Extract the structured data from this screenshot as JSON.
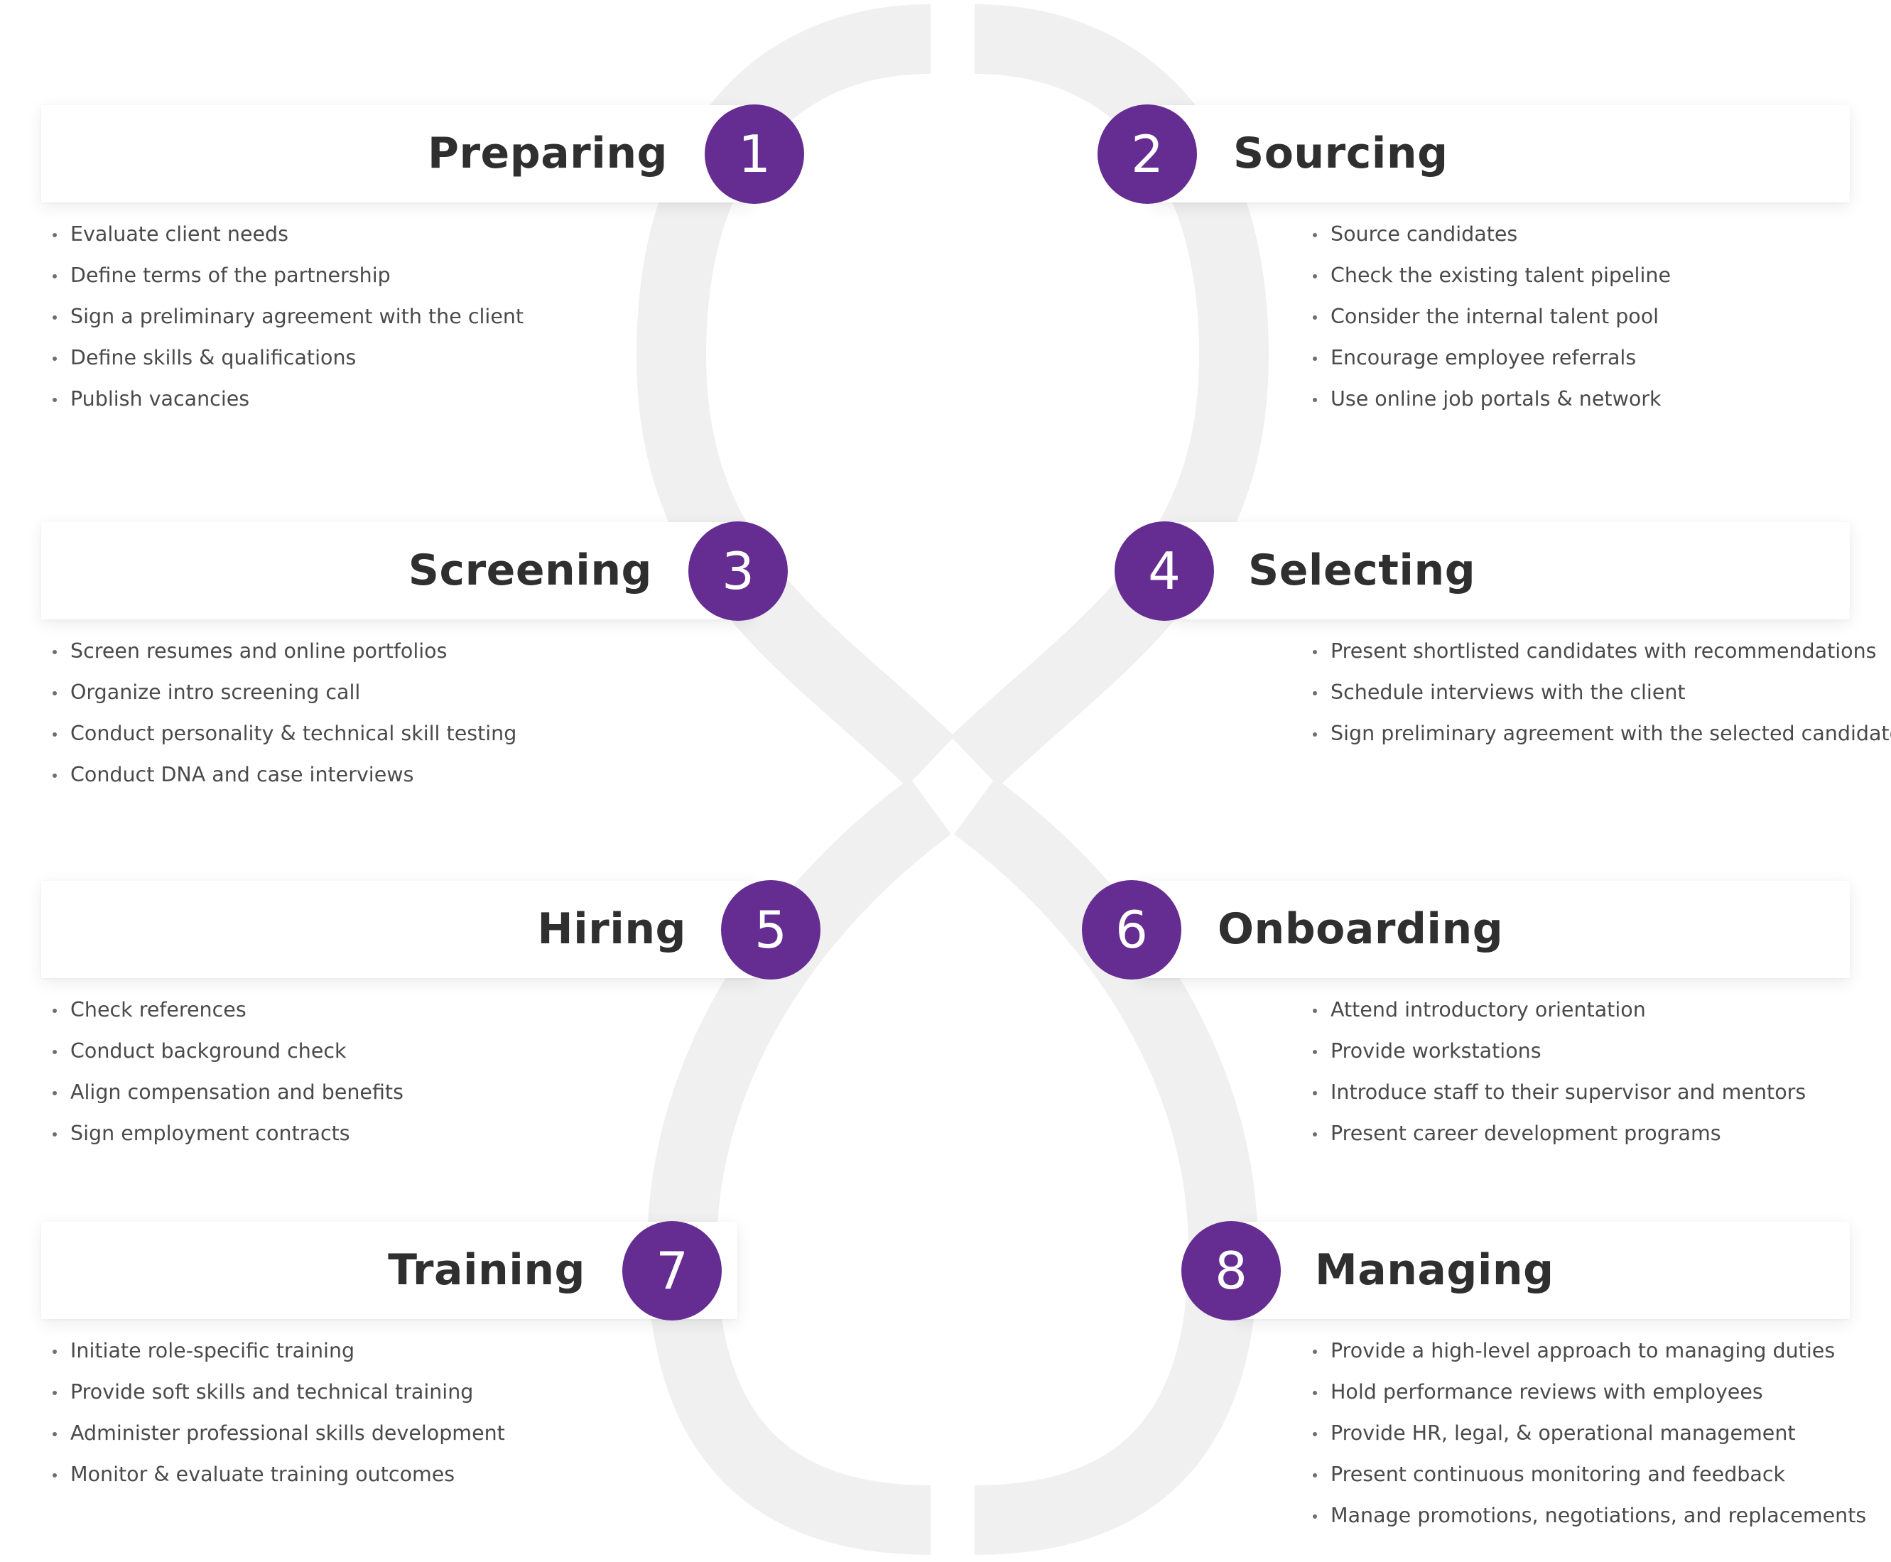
{
  "colors": {
    "accent": "#652d92",
    "track": "#f0f0f0",
    "title_text": "#2f2f2f",
    "body_text": "#4a4a4a"
  },
  "steps": [
    {
      "number": "1",
      "title": "Preparing",
      "items": [
        "Evaluate client needs",
        "Define terms of the partnership",
        "Sign a preliminary agreement with the client",
        "Define skills & qualifications",
        "Publish vacancies"
      ]
    },
    {
      "number": "2",
      "title": "Sourcing",
      "items": [
        "Source candidates",
        "Check the existing talent pipeline",
        "Consider the internal talent pool",
        "Encourage employee referrals",
        "Use online job portals & network"
      ]
    },
    {
      "number": "3",
      "title": "Screening",
      "items": [
        "Screen resumes and online portfolios",
        "Organize intro screening call",
        "Conduct personality & technical skill testing",
        "Conduct DNA and case interviews"
      ]
    },
    {
      "number": "4",
      "title": "Selecting",
      "items": [
        "Present shortlisted candidates with recommendations",
        "Schedule interviews with the client",
        "Sign preliminary agreement with the selected candidates"
      ]
    },
    {
      "number": "5",
      "title": "Hiring",
      "items": [
        "Check references",
        "Conduct background check",
        "Align compensation and benefits",
        "Sign employment contracts"
      ]
    },
    {
      "number": "6",
      "title": "Onboarding",
      "items": [
        "Attend introductory orientation",
        "Provide workstations",
        "Introduce staff to their supervisor and mentors",
        "Present career development programs"
      ]
    },
    {
      "number": "7",
      "title": "Training",
      "items": [
        "Initiate role-specific training",
        "Provide soft skills and technical training",
        "Administer professional skills development",
        "Monitor & evaluate training outcomes"
      ]
    },
    {
      "number": "8",
      "title": "Managing",
      "items": [
        "Provide a high-level approach to managing duties",
        "Hold performance reviews with employees",
        "Provide HR, legal, & operational management",
        "Present continuous monitoring and feedback",
        "Manage promotions, negotiations, and replacements"
      ]
    }
  ]
}
